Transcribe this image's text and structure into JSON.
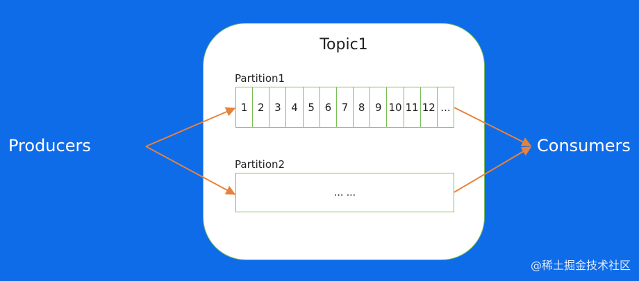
{
  "diagram": {
    "topic_title": "Topic1",
    "partition1_label": "Partition1",
    "partition1_cells": [
      "1",
      "2",
      "3",
      "4",
      "5",
      "6",
      "7",
      "8",
      "9",
      "10",
      "11",
      "12",
      "..."
    ],
    "partition2_label": "Partition2",
    "partition2_content": "... ...",
    "producers_label": "Producers",
    "consumers_label": "Consumers",
    "source_watermark": "@稀土掘金技术社区"
  },
  "colors": {
    "background": "#0f6ce8",
    "topic_fill": "#ffffff",
    "border": "#7bbf5a",
    "arrow": "#e8823a",
    "label_text": "#ffffff"
  }
}
